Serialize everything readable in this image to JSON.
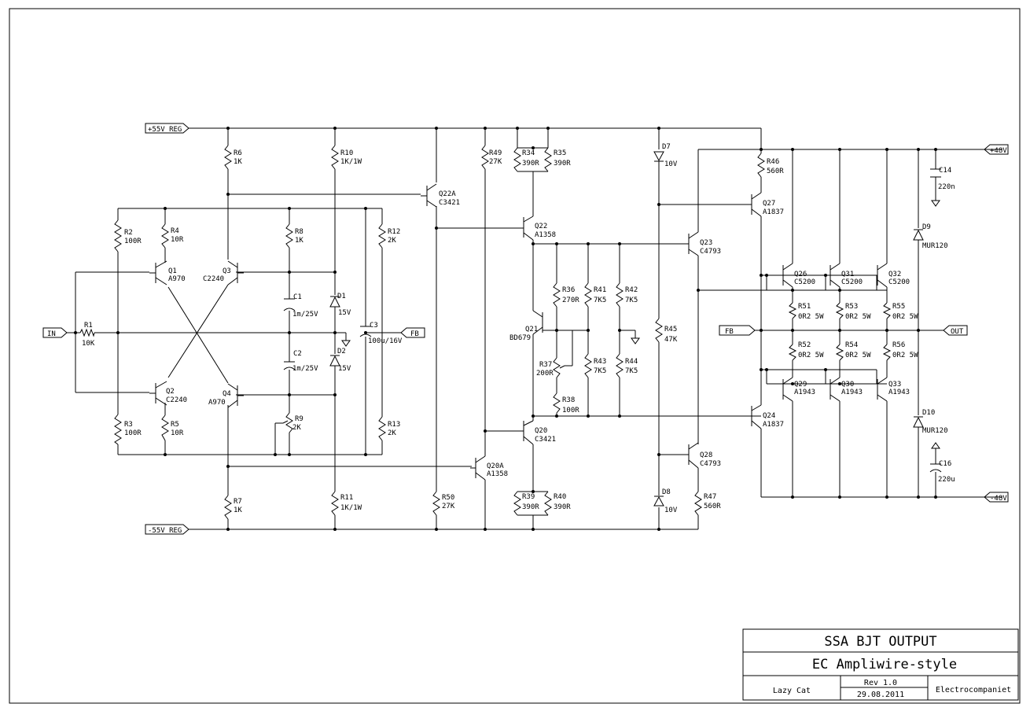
{
  "labels": {
    "rail_pos_reg": "+55V REG",
    "rail_neg_reg": "-55V REG",
    "in": "IN",
    "fb_left": "FB",
    "fb_right": "FB",
    "out": "OUT",
    "rail_pos_48": "+48V",
    "rail_neg_48": "-48V"
  },
  "components": {
    "R1": [
      "R1",
      "10K"
    ],
    "R2": [
      "R2",
      "100R"
    ],
    "R3": [
      "R3",
      "100R"
    ],
    "R4": [
      "R4",
      "10R"
    ],
    "R5": [
      "R5",
      "10R"
    ],
    "R6": [
      "R6",
      "1K"
    ],
    "R7": [
      "R7",
      "1K"
    ],
    "R8": [
      "R8",
      "1K"
    ],
    "R9": [
      "R9",
      "2K"
    ],
    "R10": [
      "R10",
      "1K/1W"
    ],
    "R11": [
      "R11",
      "1K/1W"
    ],
    "R12": [
      "R12",
      "2K"
    ],
    "R13": [
      "R13",
      "2K"
    ],
    "C1": [
      "C1",
      "1m/25V"
    ],
    "C2": [
      "C2",
      "1m/25V"
    ],
    "C3": [
      "C3",
      "100u/16V"
    ],
    "D1": [
      "D1",
      "15V"
    ],
    "D2": [
      "D2",
      "15V"
    ],
    "Q1": [
      "Q1",
      "A970"
    ],
    "Q2": [
      "Q2",
      "C2240"
    ],
    "Q3": [
      "Q3",
      "C2240"
    ],
    "Q4": [
      "Q4",
      "A970"
    ],
    "Q22A": [
      "Q22A",
      "C3421"
    ],
    "Q20A": [
      "Q20A",
      "A1358"
    ],
    "R49": [
      "R49",
      "27K"
    ],
    "R50": [
      "R50",
      "27K"
    ],
    "R34": [
      "R34",
      "390R"
    ],
    "R35": [
      "R35",
      "390R"
    ],
    "R39": [
      "R39",
      "390R"
    ],
    "R40": [
      "R40",
      "390R"
    ],
    "Q22": [
      "Q22",
      "A1358"
    ],
    "Q20": [
      "Q20",
      "C3421"
    ],
    "Q21": [
      "Q21",
      "BD679"
    ],
    "R36": [
      "R36",
      "270R"
    ],
    "R37": [
      "R37",
      "200R"
    ],
    "R38": [
      "R38",
      "100R"
    ],
    "R41": [
      "R41",
      "7K5"
    ],
    "R42": [
      "R42",
      "7K5"
    ],
    "R43": [
      "R43",
      "7K5"
    ],
    "R44": [
      "R44",
      "7K5"
    ],
    "D7": [
      "D7",
      "10V"
    ],
    "D8": [
      "D8",
      "10V"
    ],
    "R45": [
      "R45",
      "47K"
    ],
    "Q23": [
      "Q23",
      "C4793"
    ],
    "Q28": [
      "Q28",
      "C4793"
    ],
    "R46": [
      "R46",
      "560R"
    ],
    "R47": [
      "R47",
      "560R"
    ],
    "Q27": [
      "Q27",
      "A1837"
    ],
    "Q24": [
      "Q24",
      "A1837"
    ],
    "Q26": [
      "Q26",
      "C5200"
    ],
    "Q31": [
      "Q31",
      "C5200"
    ],
    "Q32": [
      "Q32",
      "C5200"
    ],
    "Q29": [
      "Q29",
      "A1943"
    ],
    "Q30": [
      "Q30",
      "A1943"
    ],
    "Q33": [
      "Q33",
      "A1943"
    ],
    "R51": [
      "R51",
      "0R2 5W"
    ],
    "R53": [
      "R53",
      "0R2 5W"
    ],
    "R55": [
      "R55",
      "0R2 5W"
    ],
    "R52": [
      "R52",
      "0R2 5W"
    ],
    "R54": [
      "R54",
      "0R2 5W"
    ],
    "R56": [
      "R56",
      "0R2 5W"
    ],
    "C14": [
      "C14",
      "220n"
    ],
    "C16": [
      "C16",
      "220u"
    ],
    "D9": [
      "D9",
      "MUR120"
    ],
    "D10": [
      "D10",
      "MUR120"
    ]
  },
  "title_block": {
    "title": "SSA BJT OUTPUT",
    "subtitle": "EC Ampliwire-style",
    "author": "Lazy Cat",
    "revision": "Rev 1.0",
    "date": "29.08.2011",
    "company": "Electrocompaniet"
  }
}
